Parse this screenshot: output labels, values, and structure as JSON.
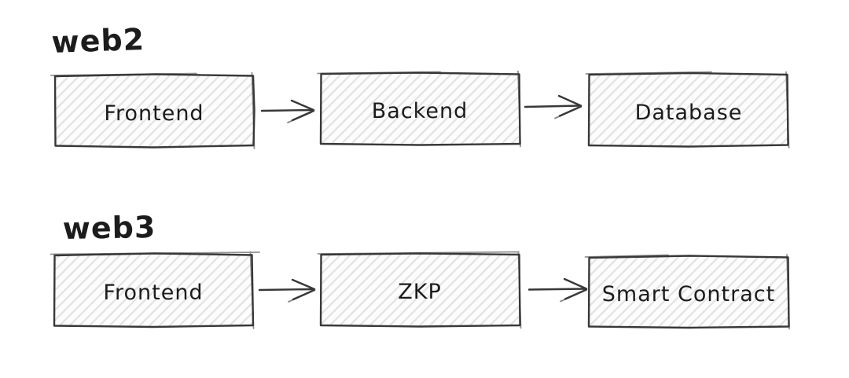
{
  "diagram": {
    "type": "flow-diagram",
    "style": "hand-drawn-sketch",
    "colors": {
      "background": "#ffffff",
      "ink": "#1c1c1c",
      "stroke": "#383838",
      "hatch": "#e2e2e2",
      "box_bg": "#fdfdfd"
    },
    "rows": [
      {
        "title": "web2",
        "nodes": [
          {
            "label": "Frontend"
          },
          {
            "label": "Backend"
          },
          {
            "label": "Database"
          }
        ],
        "connections": [
          {
            "from": "Frontend",
            "to": "Backend"
          },
          {
            "from": "Backend",
            "to": "Database"
          }
        ]
      },
      {
        "title": "web3",
        "nodes": [
          {
            "label": "Frontend"
          },
          {
            "label": "ZKP"
          },
          {
            "label": "Smart Contract"
          }
        ],
        "connections": [
          {
            "from": "Frontend",
            "to": "ZKP"
          },
          {
            "from": "ZKP",
            "to": "Smart Contract"
          }
        ]
      }
    ]
  }
}
